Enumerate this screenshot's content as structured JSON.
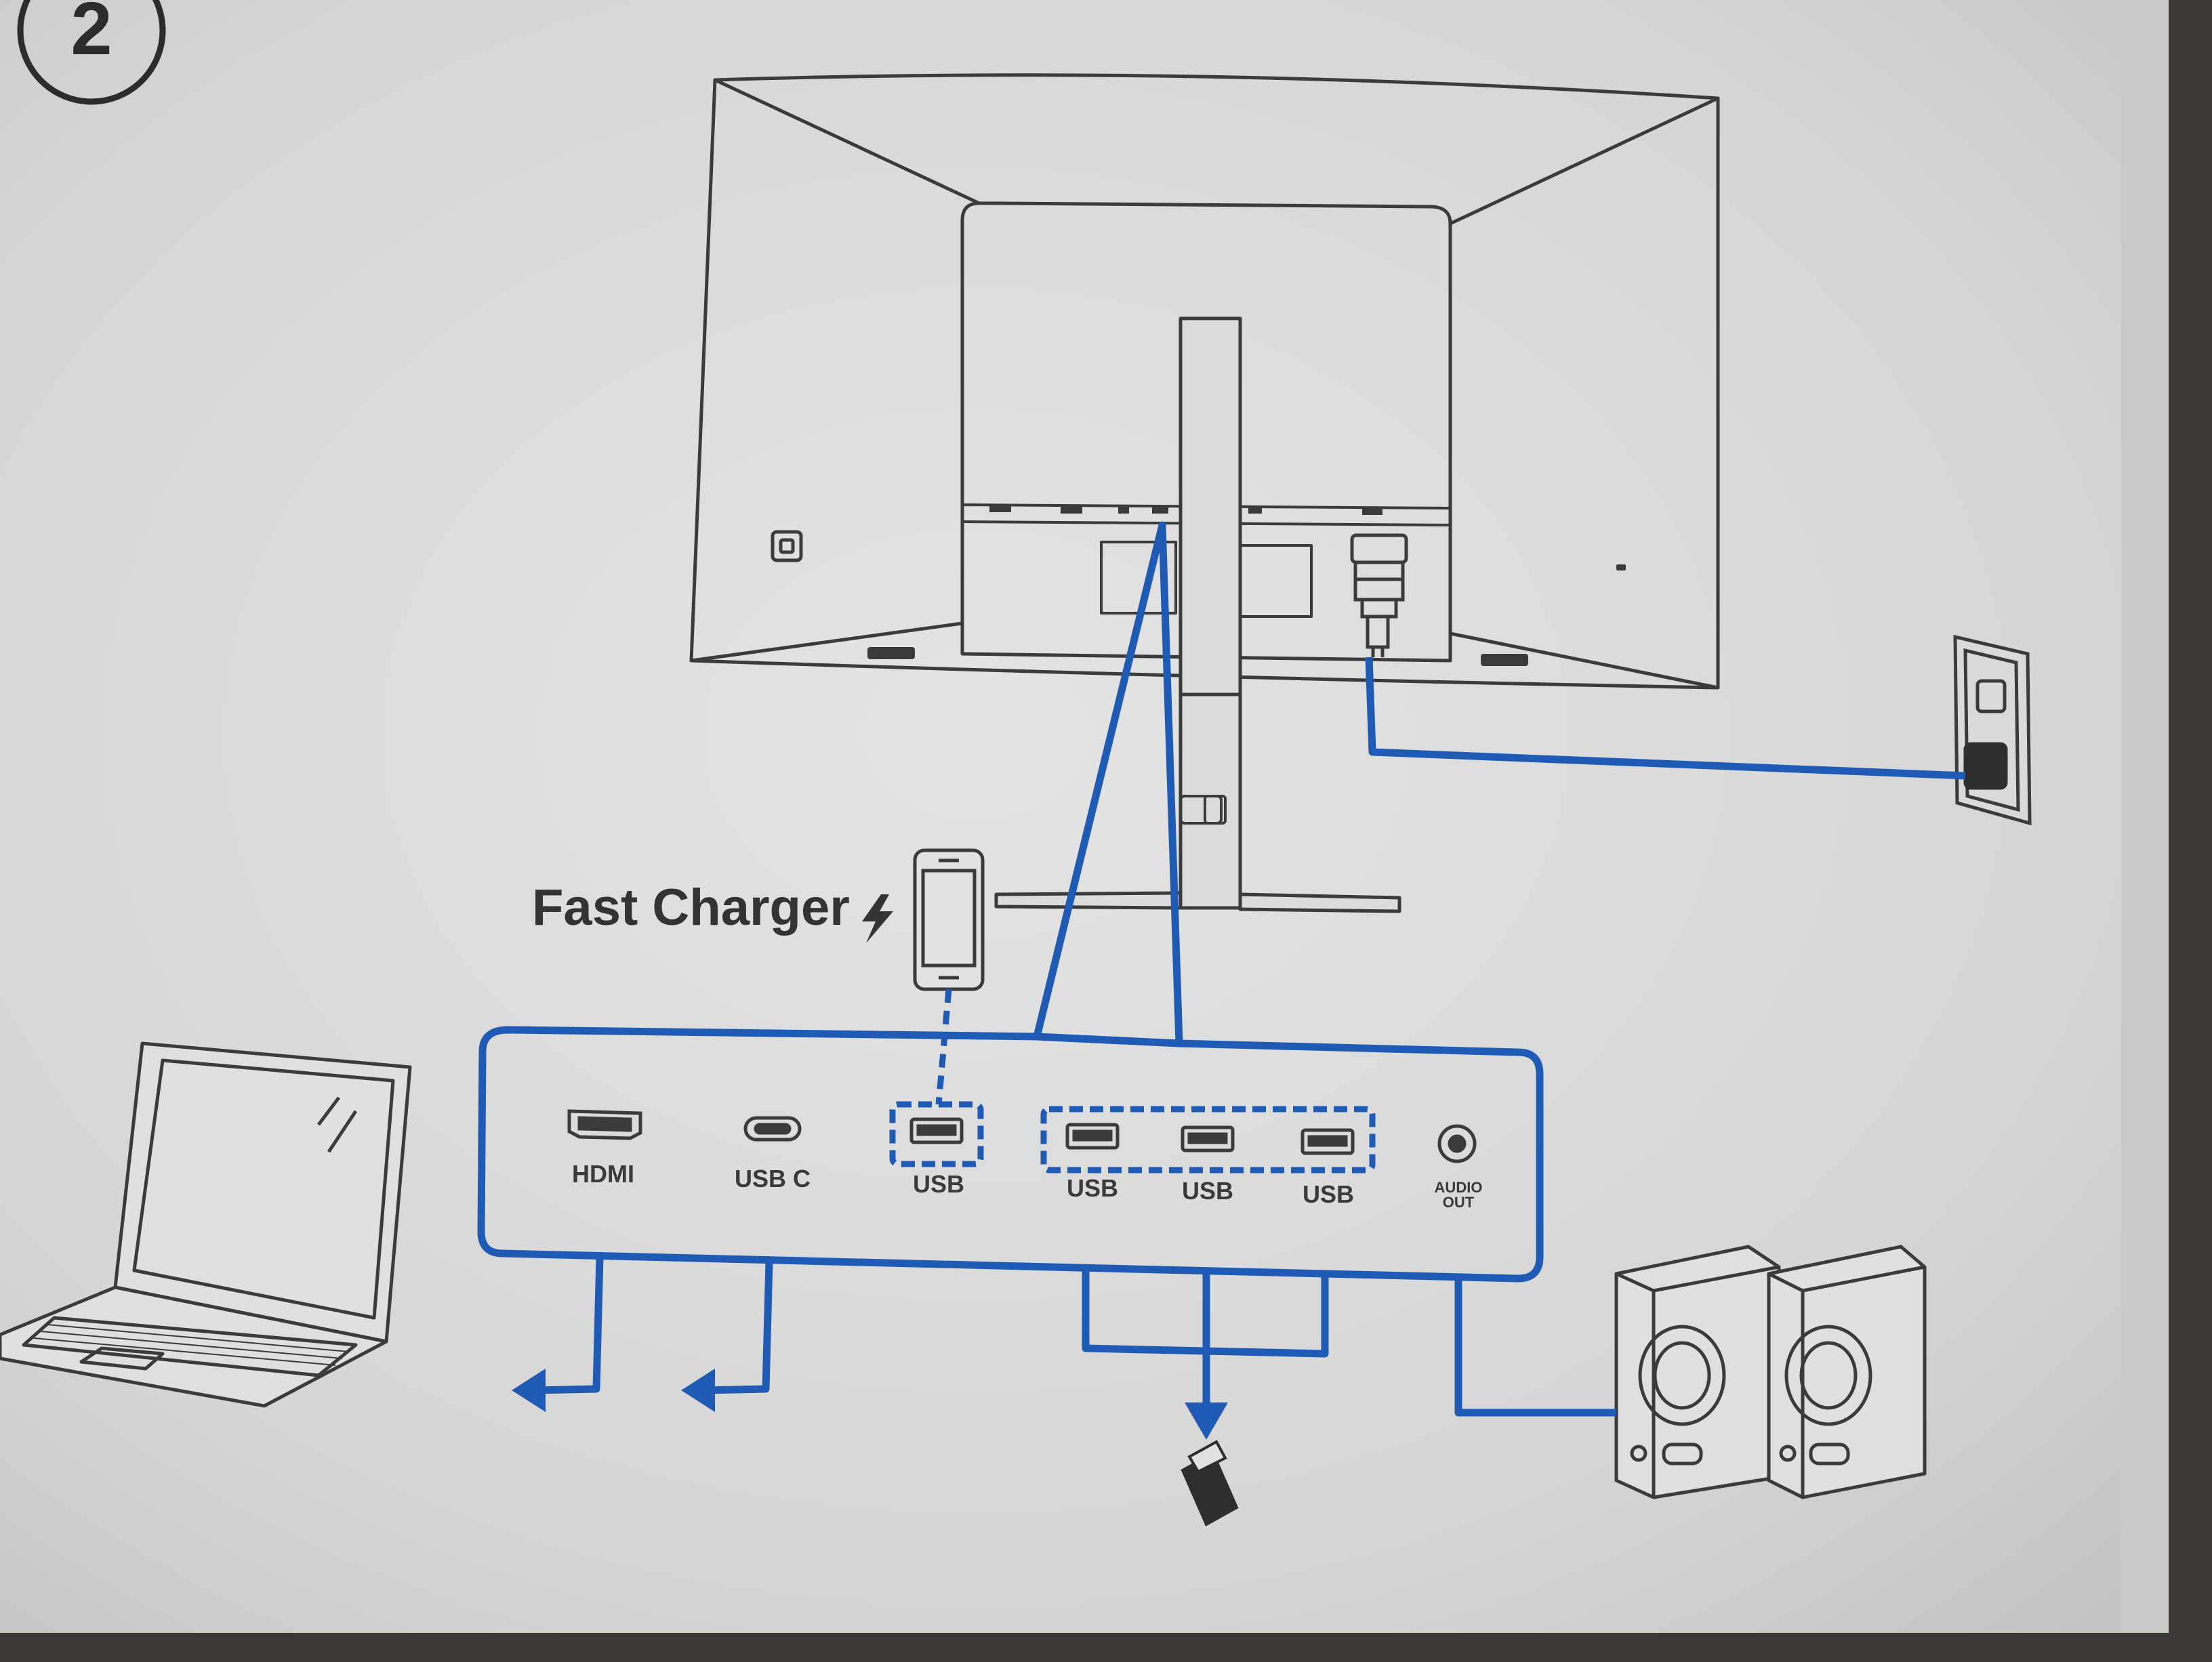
{
  "step": {
    "number": "2"
  },
  "fast_charger": {
    "label": "Fast Charger"
  },
  "ports": [
    {
      "id": "hdmi",
      "label": "HDMI"
    },
    {
      "id": "usb-c",
      "label": "USB C"
    },
    {
      "id": "usb-charge",
      "label": "USB"
    },
    {
      "id": "usb-1",
      "label": "USB"
    },
    {
      "id": "usb-2",
      "label": "USB"
    },
    {
      "id": "usb-3",
      "label": "USB"
    }
  ],
  "audio_out": {
    "line1": "AUDIO",
    "line2": "OUT"
  },
  "colors": {
    "connection_blue": "#1f5bb4",
    "line_art": "#3b3b3b",
    "paper": "#dedede"
  },
  "icons": [
    "step-number-circle",
    "monitor-rear-view",
    "power-plug-icon",
    "wall-outlet-icon",
    "smartphone-icon",
    "lightning-icon",
    "laptop-icon",
    "usb-flash-drive-icon",
    "speakers-icon",
    "hdmi-port-icon",
    "usb-c-port-icon",
    "usb-port-icon",
    "audio-jack-icon"
  ]
}
